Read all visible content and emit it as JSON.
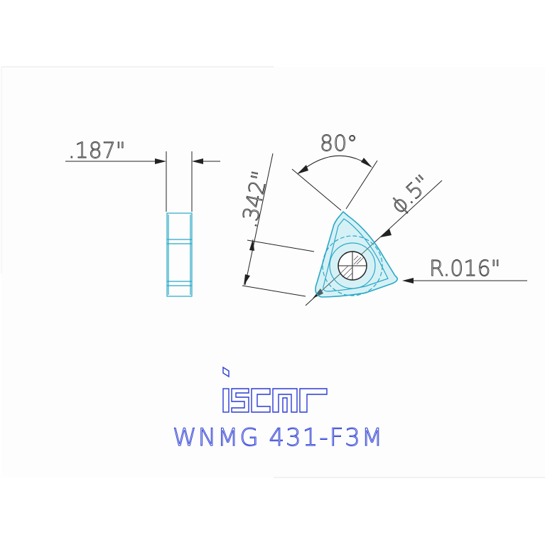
{
  "colors": {
    "background": "#ffffff",
    "panel": "#fcfdfc",
    "dimension_line": "#222222",
    "insert_outline": "#2aa7c8",
    "insert_fill": "#8edbe8",
    "logo": "#2b3bd6",
    "title": "#2b3bd6"
  },
  "dimensions": {
    "thickness": ".187\"",
    "inscribed_height": ".342\"",
    "included_angle": "80°",
    "inscribed_circle": "ϕ.5\"",
    "corner_radius": "R.016\""
  },
  "logo": {
    "text": "iscar"
  },
  "title": {
    "part_number": "WNMG 431-F3M"
  }
}
